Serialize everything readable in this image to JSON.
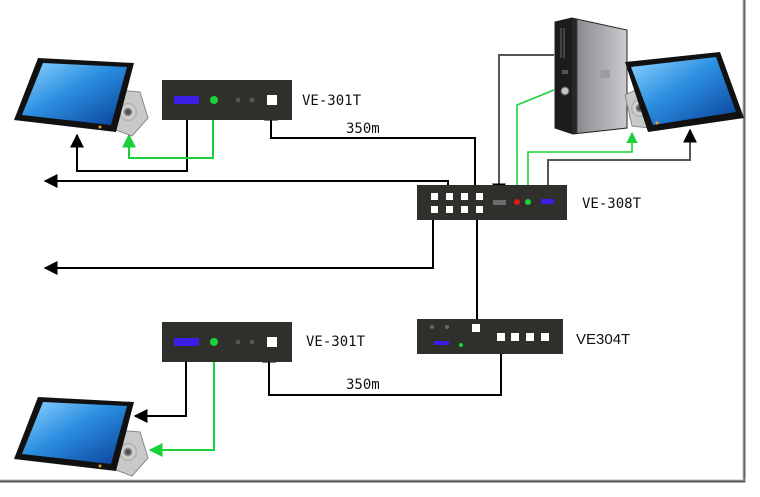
{
  "diagram": {
    "type": "network-topology",
    "colors": {
      "device_body": "#2f2f2b",
      "port_white": "#ffffff",
      "port_blue": "#3a1ee6",
      "led_green": "#19d23a",
      "led_gray": "#555555",
      "port_red": "#e01818",
      "port_gray": "#6b6b6b",
      "cable_black": "#000000",
      "cable_green": "#19d23a",
      "cable_gray": "#555555",
      "frame": "#777777"
    },
    "devices": [
      {
        "id": "ve301t-top",
        "label": "VE-301T",
        "kind": "extender-receiver"
      },
      {
        "id": "ve308t",
        "label": "VE-308T",
        "kind": "extender-transmitter-8port"
      },
      {
        "id": "ve304t",
        "label": "VE304T",
        "kind": "extender-4port"
      },
      {
        "id": "ve301t-bottom",
        "label": "VE-301T",
        "kind": "extender-receiver"
      }
    ],
    "endpoints": [
      {
        "id": "monitor-top-left",
        "kind": "monitor-with-speaker"
      },
      {
        "id": "monitor-bottom-left",
        "kind": "monitor-with-speaker"
      },
      {
        "id": "pc-tower",
        "kind": "desktop-pc"
      },
      {
        "id": "monitor-right",
        "kind": "monitor-with-speaker"
      }
    ],
    "links": [
      {
        "from": "ve308t",
        "to": "ve301t-top",
        "distance_label": "350m",
        "type": "network"
      },
      {
        "from": "ve304t",
        "to": "ve301t-bottom",
        "distance_label": "350m",
        "type": "network"
      },
      {
        "from": "ve308t",
        "to": "ve304t",
        "type": "network"
      },
      {
        "from": "ve308t",
        "to": "off-left-1",
        "type": "network"
      },
      {
        "from": "ve308t",
        "to": "off-left-2",
        "type": "network"
      },
      {
        "from": "ve301t-top",
        "to": "monitor-top-left",
        "type": "video"
      },
      {
        "from": "ve301t-top",
        "to": "monitor-top-left",
        "type": "audio"
      },
      {
        "from": "ve301t-bottom",
        "to": "monitor-bottom-left",
        "type": "video"
      },
      {
        "from": "ve301t-bottom",
        "to": "monitor-bottom-left",
        "type": "audio"
      },
      {
        "from": "pc-tower",
        "to": "ve308t",
        "type": "video"
      },
      {
        "from": "pc-tower",
        "to": "ve308t",
        "type": "audio"
      },
      {
        "from": "ve308t",
        "to": "monitor-right",
        "type": "audio"
      },
      {
        "from": "ve308t",
        "to": "monitor-right",
        "type": "video"
      }
    ],
    "labels": {
      "ve301t_top": "VE-301T",
      "ve301t_bottom": "VE-301T",
      "ve308t": "VE-308T",
      "ve304t": "VE304T",
      "distance_top": "350m",
      "distance_bottom": "350m"
    }
  }
}
